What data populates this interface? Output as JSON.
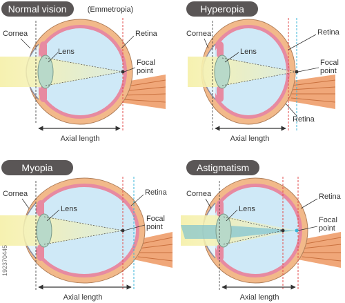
{
  "colors": {
    "sclera": "#f2b98a",
    "choroid": "#e78aa1",
    "vitreous": "#cfe9f7",
    "cornea_fill": "#e6f4fb",
    "lens": "#b8d9c9",
    "light_beam": "#f7f2b8",
    "nerve": "#f0a779",
    "pill_bg": "#5a5656",
    "retina_line": "#e24a4a",
    "focal_line_alt": "#3ab4d8"
  },
  "panels": {
    "normal": {
      "title": "Normal vision",
      "subtitle": "(Emmetropia)",
      "cornea": "Cornea",
      "lens": "Lens",
      "retina": "Retina",
      "focal_1": "Focal",
      "focal_2": "point",
      "axial": "Axial length"
    },
    "hyperopia": {
      "title": "Hyperopia",
      "cornea": "Cornea",
      "lens": "Lens",
      "retina_top": "Retina",
      "retina_bottom": "Retina",
      "focal_1": "Focal",
      "focal_2": "point",
      "axial": "Axial length"
    },
    "myopia": {
      "title": "Myopia",
      "cornea": "Cornea",
      "lens": "Lens",
      "retina": "Retina",
      "focal_1": "Focal",
      "focal_2": "point",
      "axial": "Axial length"
    },
    "astigmatism": {
      "title": "Astigmatism",
      "cornea": "Cornea",
      "lens": "Lens",
      "retina": "Retina",
      "focal_1": "Focal",
      "focal_2": "point",
      "axial": "Axial length"
    }
  },
  "watermark_id": "192370445"
}
